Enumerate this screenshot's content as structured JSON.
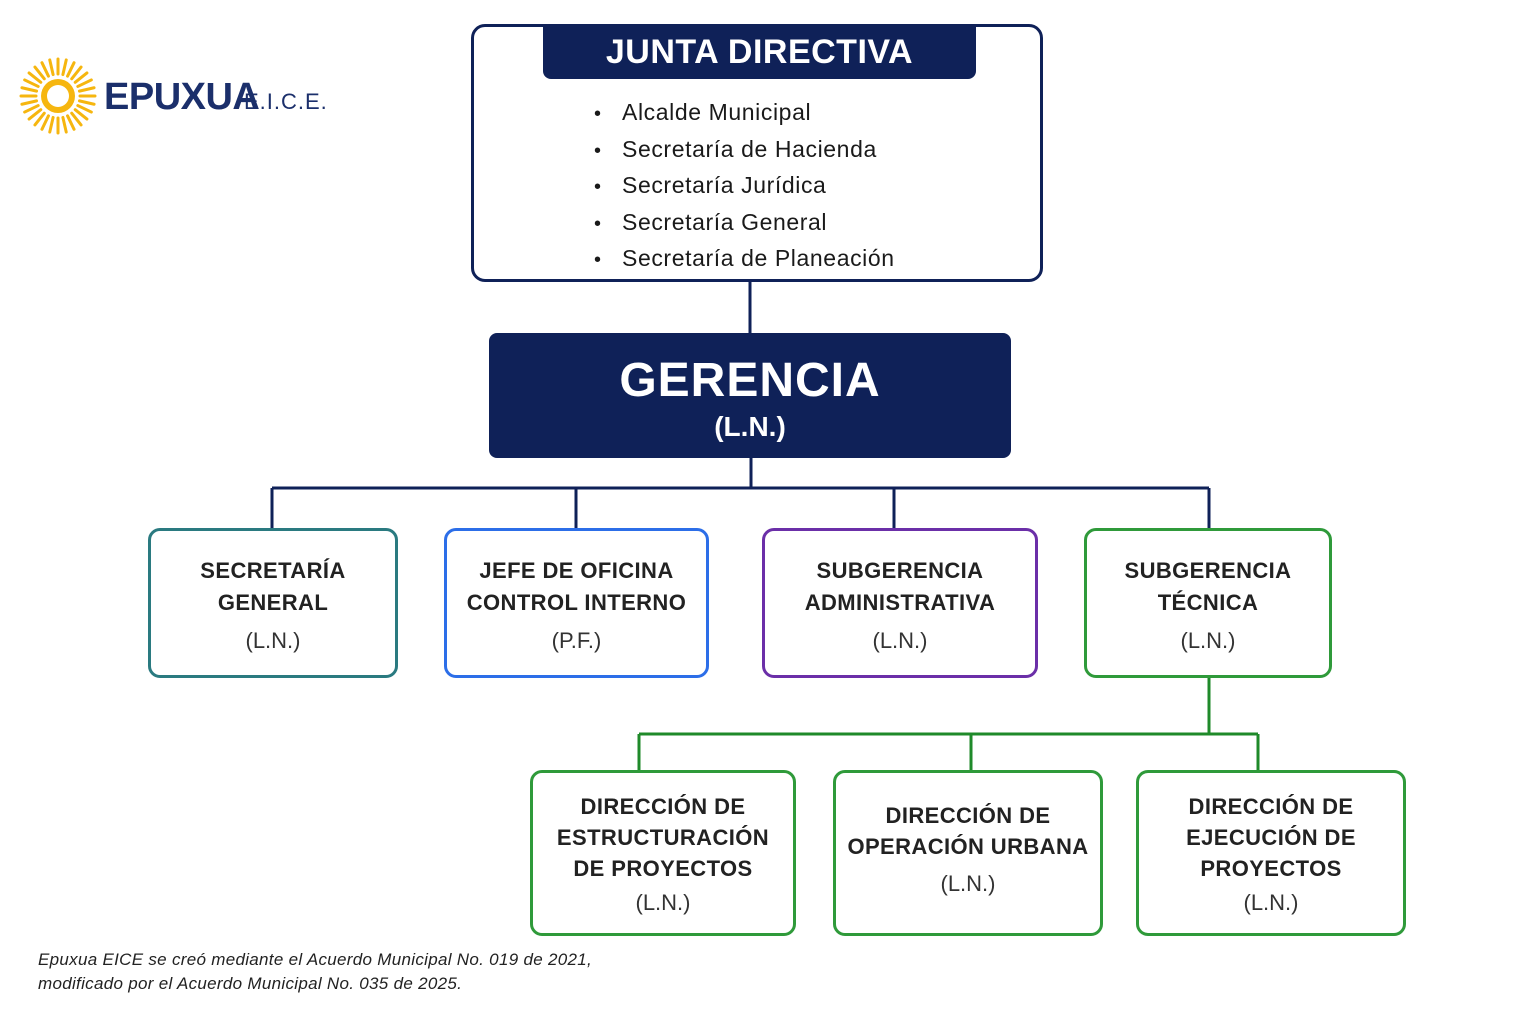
{
  "logo": {
    "name": "EPUXUA",
    "suffix": "E.I.C.E.",
    "sun_color": "#f6b60f"
  },
  "junta": {
    "title": "JUNTA DIRECTIVA",
    "members": [
      "Alcalde Municipal",
      "Secretaría de Hacienda",
      "Secretaría Jurídica",
      "Secretaría General",
      "Secretaría de Planeación"
    ]
  },
  "gerencia": {
    "title": "GERENCIA",
    "code": "(L.N.)"
  },
  "units": [
    {
      "line1": "SECRETARÍA",
      "line2": "GENERAL",
      "code": "(L.N.)",
      "color": "#2a7a80"
    },
    {
      "line1": "JEFE DE OFICINA",
      "line2": "CONTROL INTERNO",
      "code": "(P.F.)",
      "color": "#2c6ee8"
    },
    {
      "line1": "SUBGERENCIA",
      "line2": "ADMINISTRATIVA",
      "code": "(L.N.)",
      "color": "#6b2fa8"
    },
    {
      "line1": "SUBGERENCIA",
      "line2": "TÉCNICA",
      "code": "(L.N.)",
      "color": "#2f9a3a"
    }
  ],
  "directions": [
    {
      "lines": [
        "DIRECCIÓN DE",
        "ESTRUCTURACIÓN",
        "DE PROYECTOS"
      ],
      "code": "(L.N.)"
    },
    {
      "lines": [
        "DIRECCIÓN DE",
        "OPERACIÓN URBANA"
      ],
      "code": "(L.N.)"
    },
    {
      "lines": [
        "DIRECCIÓN DE",
        "EJECUCIÓN DE",
        "PROYECTOS"
      ],
      "code": "(L.N.)"
    }
  ],
  "colors": {
    "navy": "#0f2158",
    "green": "#2f9a3a"
  },
  "footnote": {
    "line1": "Epuxua EICE se creó mediante el Acuerdo Municipal No. 019 de 2021,",
    "line2": "modificado por el Acuerdo Municipal No. 035 de 2025."
  }
}
